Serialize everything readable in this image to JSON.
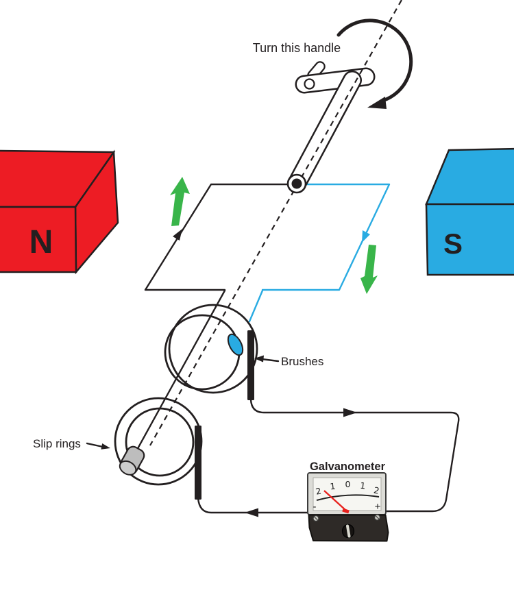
{
  "labels": {
    "turn_handle": "Turn this handle",
    "brushes": "Brushes",
    "slip_rings": "Slip rings",
    "galvanometer": "Galvanometer",
    "magnet_north": "N",
    "magnet_south": "S"
  },
  "galvanometer": {
    "scale": [
      "2",
      "1",
      "0",
      "1",
      "2"
    ],
    "minus_sign": "-",
    "plus_sign": "+"
  },
  "colors": {
    "magnet_north_red": "#ED1C24",
    "magnet_south_blue": "#29ABE2",
    "wire_blue": "#29ABE2",
    "motion_arrow_green": "#39B54A",
    "line_black": "#231F20",
    "needle_red": "#E8211D",
    "meter_body_dark": "#2E2A27",
    "shaft_cap_gray": "#BDBDBD"
  }
}
